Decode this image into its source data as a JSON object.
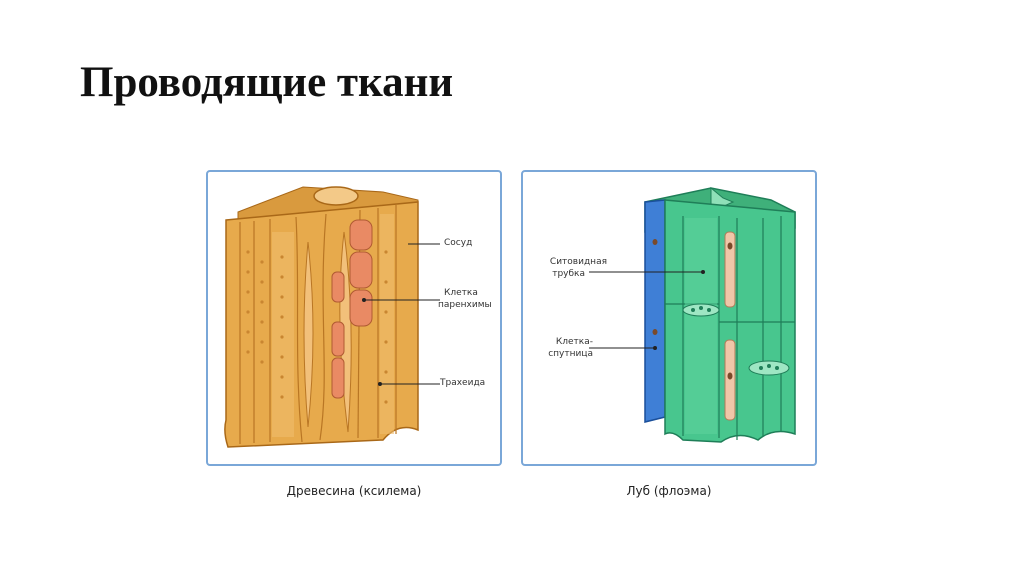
{
  "title": "Проводящие ткани",
  "xylem": {
    "caption": "Древесина (ксилема)",
    "labels": {
      "vessel": "Сосуд",
      "parenchyma_line1": "Клетка",
      "parenchyma_line2": "паренхимы",
      "tracheid": "Трахеида"
    },
    "colors": {
      "wood": "#e7aa4c",
      "wood_dark": "#b97624",
      "cell": "#e98a64"
    }
  },
  "phloem": {
    "caption": "Луб (флоэма)",
    "labels": {
      "sieve_tube_line1": "Ситовидная",
      "sieve_tube_line2": "трубка",
      "companion_line1": "Клетка-",
      "companion_line2": "спутница"
    },
    "colors": {
      "green": "#48c68e",
      "green_dark": "#1f7e58",
      "blue": "#3f7fd6",
      "cell": "#f0c6a8"
    }
  },
  "colors": {
    "panel_border": "#7aa7d8"
  }
}
